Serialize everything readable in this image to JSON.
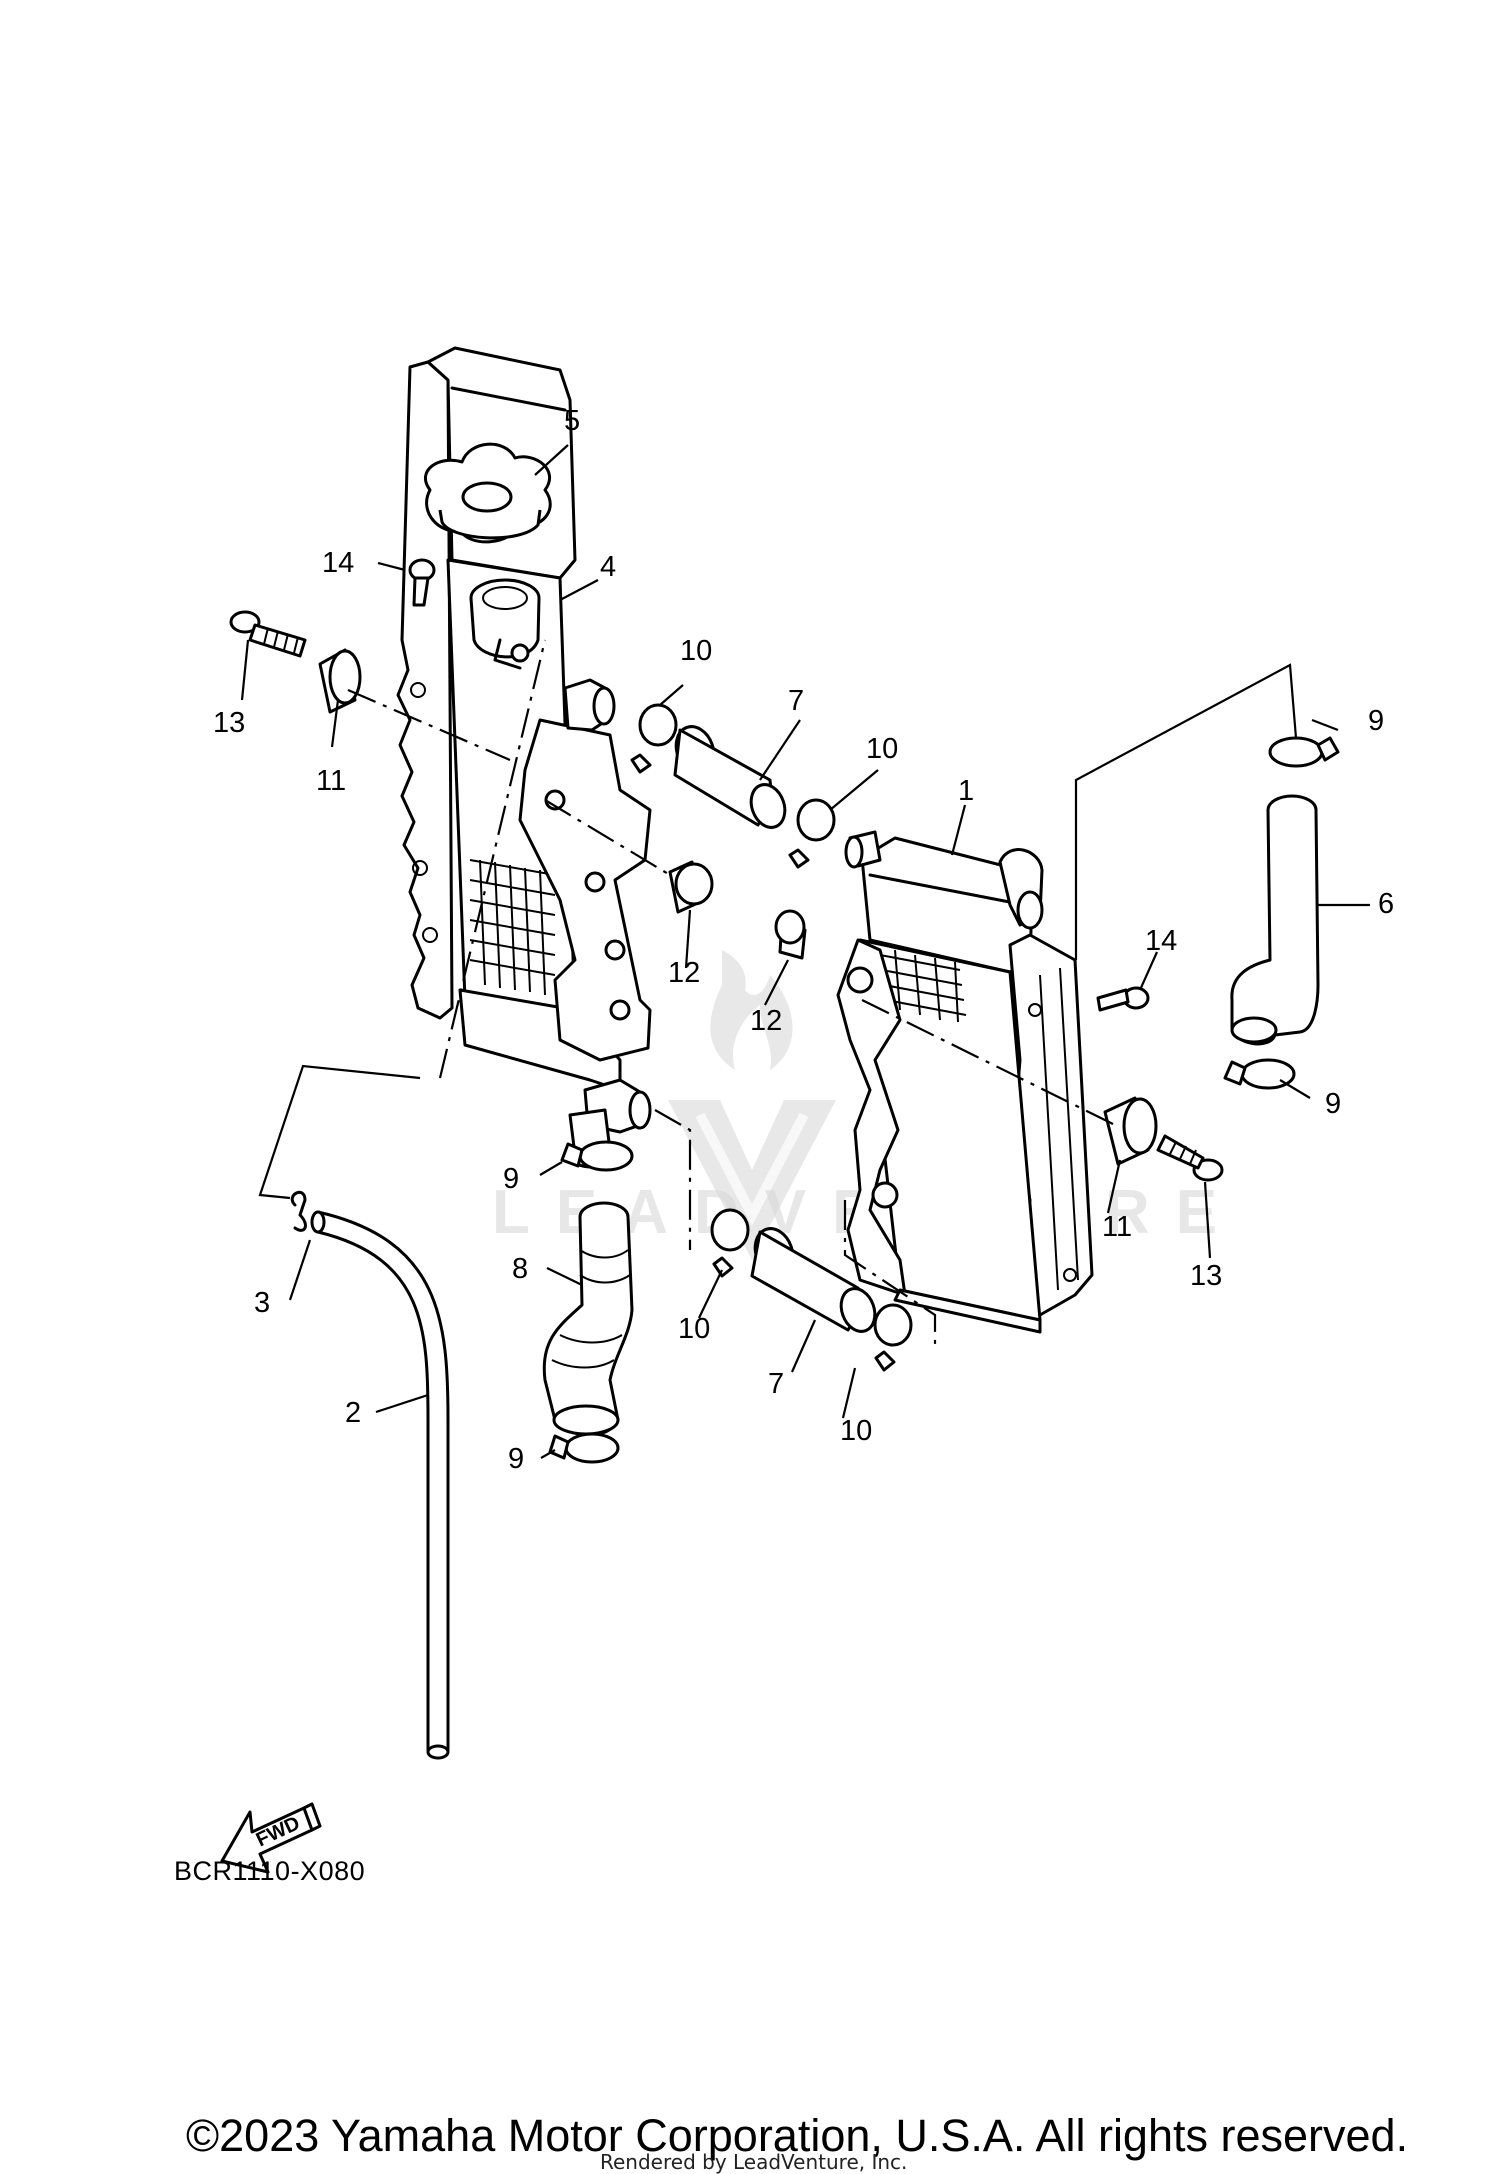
{
  "diagram": {
    "part_callouts": [
      "1",
      "2",
      "3",
      "4",
      "5",
      "6",
      "7",
      "7",
      "8",
      "9",
      "9",
      "9",
      "9",
      "10",
      "10",
      "10",
      "10",
      "11",
      "11",
      "12",
      "12",
      "13",
      "13",
      "14",
      "14"
    ],
    "fwd_label": "FWD",
    "diagram_code": "BCR1110-X080",
    "watermark_text": "LEADVENTURE"
  },
  "footer": {
    "copyright": "©2023 Yamaha Motor Corporation, U.S.A. All rights reserved.",
    "rendered_by": "Rendered by LeadVenture, Inc."
  }
}
